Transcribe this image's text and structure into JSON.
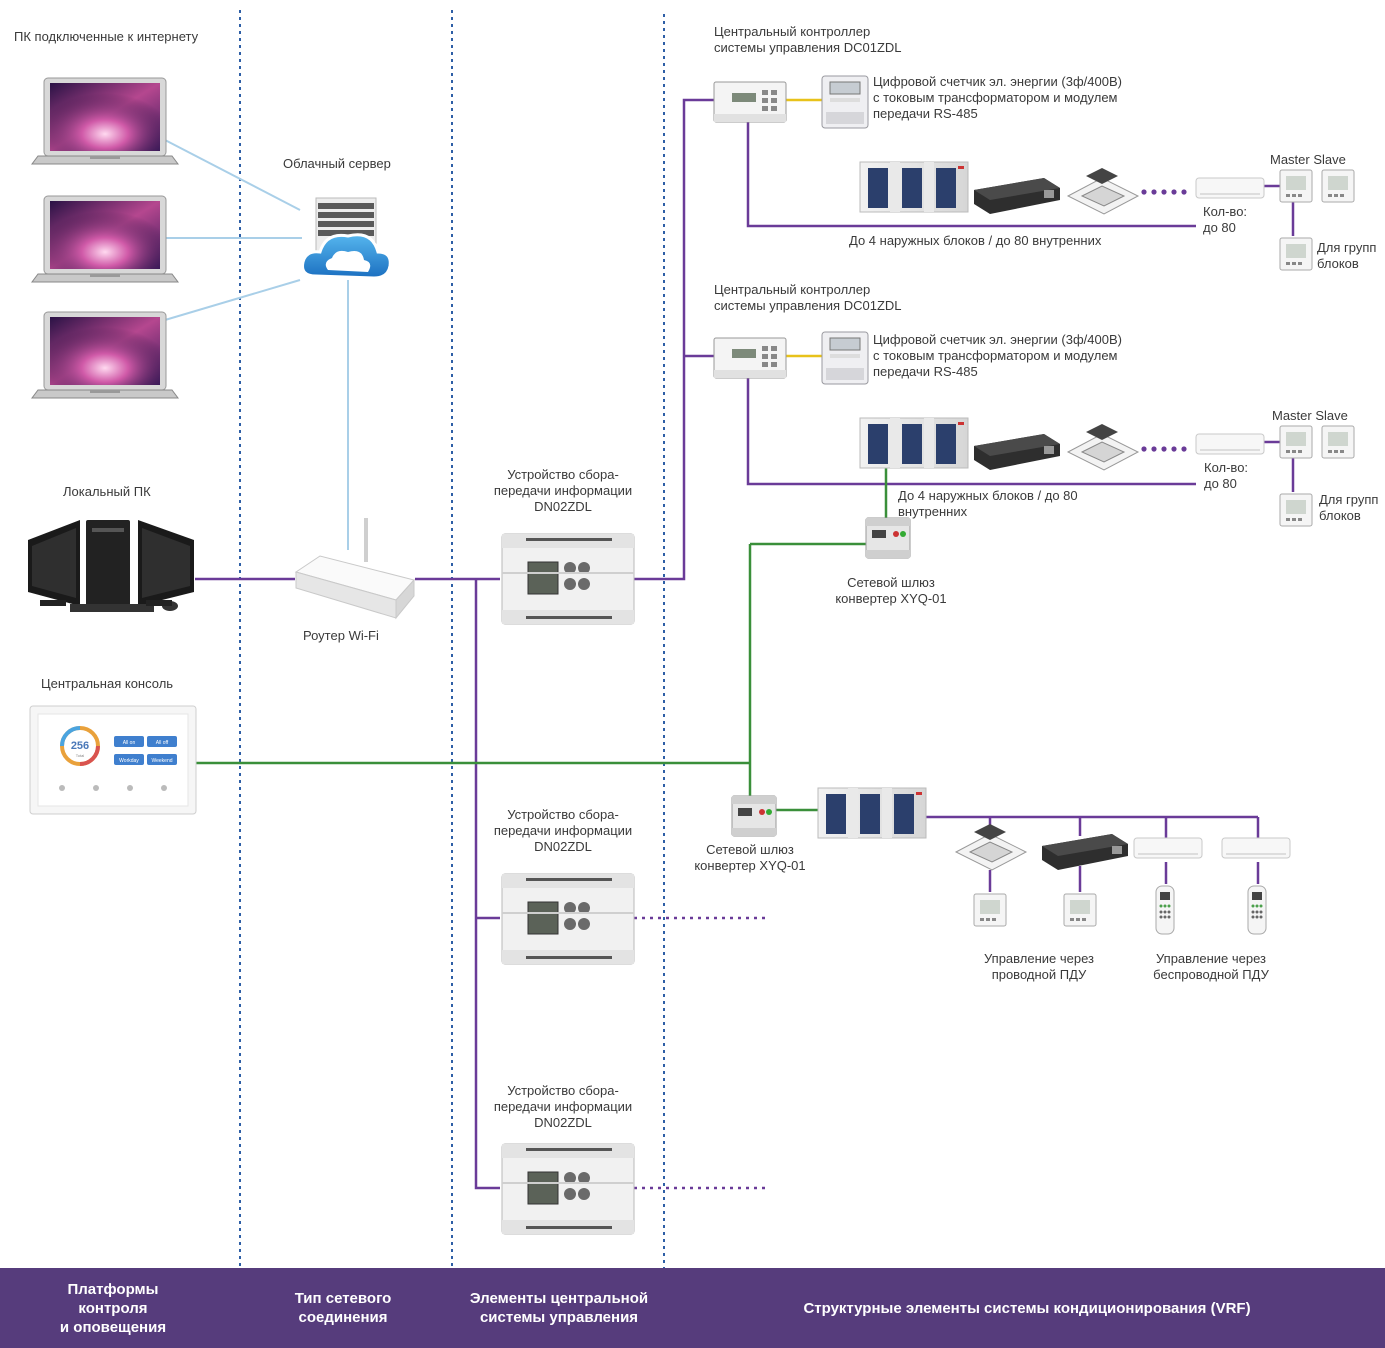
{
  "colors": {
    "purple": "#6a3b98",
    "green": "#3a8f3a",
    "lightblue": "#a9cfe8",
    "yellow": "#e8c21a",
    "divider": "#2e5fa6",
    "footer": "#563c7c"
  },
  "labels": {
    "pc_internet": "ПК подключенные к интернету",
    "cloud": "Облачный сервер",
    "local_pc": "Локальный ПК",
    "router": "Роутер Wi-Fi",
    "console": "Центральная консоль",
    "collector1": "Устройство сбора-\nпередачи информации\nDN02ZDL",
    "collector2": "Устройство сбора-\nпередачи информации\nDN02ZDL",
    "collector3": "Устройство сбора-\nпередачи информации\nDN02ZDL",
    "ctrl1": "Центральный контроллер\nсистемы управления DC01ZDL",
    "ctrl2": "Центральный контроллер\nсистемы управления DC01ZDL",
    "meter1": "Цифровой счетчик эл. энергии (3ф/400В)\nс токовым трансформатором и модулем\nпередачи RS-485",
    "meter2": "Цифровой счетчик эл. энергии (3ф/400В)\nс токовым трансформатором и модулем\nпередачи RS-485",
    "group1": "До 4 наружных блоков / до 80 внутренних",
    "group2": "До 4 наружных блоков / до 80\nвнутренних",
    "ms1": "Master  Slave",
    "ms2": "Master  Slave",
    "qty1": "Кол-во:\nдо 80",
    "qty2": "Кол-во:\nдо 80",
    "grp1": "Для групп\nблоков",
    "grp2": "Для групп\nблоков",
    "gateway1": "Сетевой шлюз\nконвертер XYQ-01",
    "gateway2": "Сетевой шлюз\nконвертер XYQ-01",
    "wired": "Управление через\nпроводной ПДУ",
    "wireless": "Управление через\nбеспроводной ПДУ",
    "console_value": "256",
    "console_sub": "Total",
    "console_btn1": "All on",
    "console_btn2": "All off",
    "console_btn3": "Workday",
    "console_btn4": "Weekend"
  },
  "footer": {
    "col1": "Платформы\nконтроля\nи оповещения",
    "col2": "Тип сетевого\nсоединения",
    "col3": "Элементы центральной\nсистемы управления",
    "col4": "Структурные элементы системы кондиционирования (VRF)"
  }
}
